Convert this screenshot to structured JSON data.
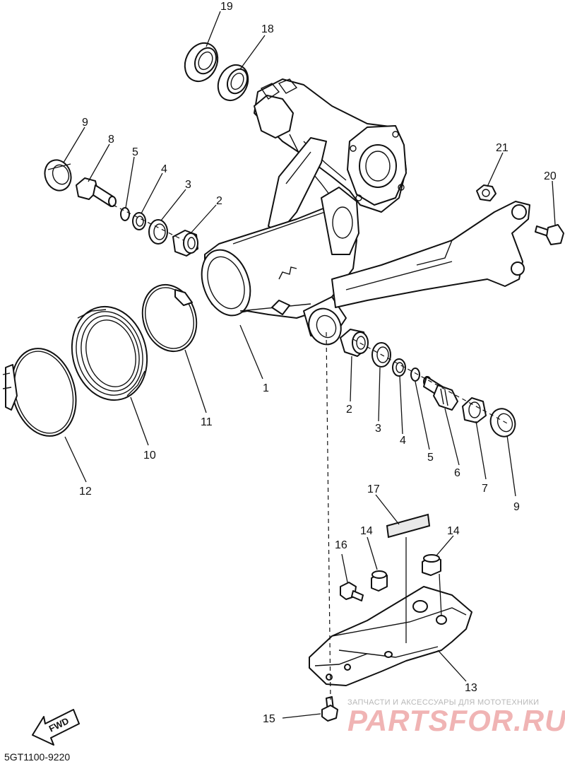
{
  "callouts": {
    "c19": "19",
    "c18": "18",
    "c9a": "9",
    "c8": "8",
    "c5a": "5",
    "c4a": "4",
    "c3a": "3",
    "c2a": "2",
    "c21": "21",
    "c20": "20",
    "c1": "1",
    "c11": "11",
    "c10": "10",
    "c12": "12",
    "c2b": "2",
    "c3b": "3",
    "c4b": "4",
    "c5b": "5",
    "c6": "6",
    "c7": "7",
    "c9b": "9",
    "c17": "17",
    "c14a": "14",
    "c14b": "14",
    "c16": "16",
    "c13": "13",
    "c15": "15"
  },
  "fwd_label": "FWD",
  "diagram_code": "5GT1100-9220",
  "watermark": {
    "caption": "ЗАПЧАСТИ И АКСЕССУАРЫ ДЛЯ МОТОТЕХНИКИ",
    "brand": "PARTSFOR.RU",
    "color": "#f0b4b4"
  }
}
